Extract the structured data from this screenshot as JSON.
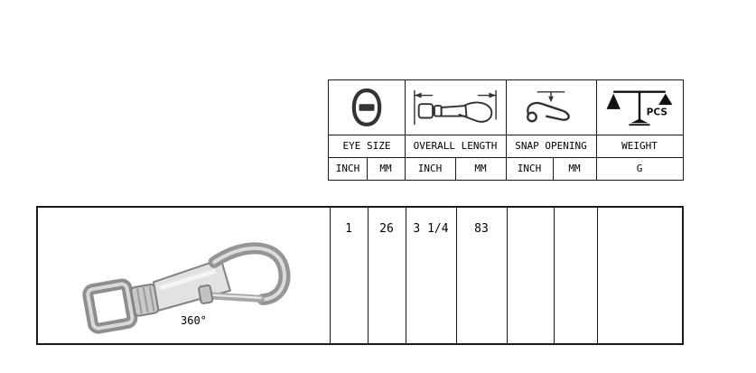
{
  "spec_table": {
    "groups": [
      {
        "label": "EYE SIZE",
        "icon": "eye-size-icon",
        "units": [
          "INCH",
          "MM"
        ]
      },
      {
        "label": "OVERALL LENGTH",
        "icon": "overall-length-icon",
        "units": [
          "INCH",
          "MM"
        ]
      },
      {
        "label": "SNAP OPENING",
        "icon": "snap-opening-icon",
        "units": [
          "INCH",
          "MM"
        ]
      },
      {
        "label": "WEIGHT",
        "icon": "weight-scale-icon",
        "units": [
          "G"
        ],
        "icon_text": "PCS"
      }
    ],
    "row": {
      "eye_size_inch": "1",
      "eye_size_mm": "26",
      "overall_length_inch": "3 1/4",
      "overall_length_mm": "83",
      "snap_opening_inch": "",
      "snap_opening_mm": "",
      "weight_g": ""
    }
  },
  "product": {
    "name": "swivel eye bolt snap hook",
    "rotation_label": "360°"
  },
  "colors": {
    "border": "#1a1a1a",
    "text": "#000000"
  }
}
